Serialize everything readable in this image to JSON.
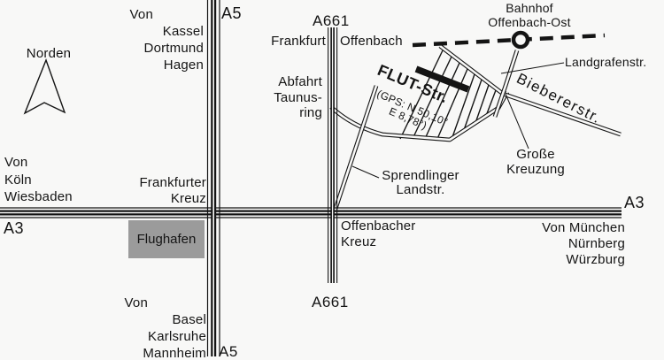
{
  "colors": {
    "road": "#141414",
    "background": "#f8f8f7",
    "flughafen_box_fill": "#9b9b9b"
  },
  "compass": {
    "label": "Norden"
  },
  "highways": {
    "a5_top": "A5",
    "a5_bottom": "A5",
    "a661_top": "A661",
    "a661_bottom": "A661",
    "a3_left": "A3",
    "a3_right": "A3"
  },
  "destinations": {
    "north": {
      "lines": [
        "Von",
        "Kassel",
        "Dortmund",
        "Hagen"
      ]
    },
    "west": {
      "lines": [
        "Von",
        "Köln",
        "Wiesbaden"
      ]
    },
    "east": {
      "lines": [
        "Von München",
        "Nürnberg",
        "Würzburg"
      ]
    },
    "south": {
      "lines": [
        "Von",
        "Basel",
        "Karlsruhe",
        "Mannheim"
      ]
    }
  },
  "junctions": {
    "frankfurter_kreuz": {
      "lines": [
        "Frankfurter",
        "Kreuz"
      ]
    },
    "offenbacher_kreuz": {
      "lines": [
        "Offenbacher",
        "Kreuz"
      ]
    },
    "grosse_kreuzung": {
      "lines": [
        "Große",
        "Kreuzung"
      ]
    }
  },
  "places": {
    "flughafen": "Flughafen",
    "frankfurt": "Frankfurt",
    "offenbach": "Offenbach",
    "bahnhof": {
      "lines": [
        "Bahnhof",
        "Offenbach-Ost"
      ]
    }
  },
  "streets": {
    "landgrafenstr": "Landgrafenstr.",
    "biebererstr": "Biebererstr.",
    "sprendlinger": {
      "lines": [
        "Sprendlinger",
        "Landstr."
      ]
    },
    "abfahrt": {
      "lines": [
        "Abfahrt",
        "Taunus-",
        "ring"
      ]
    },
    "flut": {
      "name": "FLUT-Str.",
      "gps_lines": [
        "(GPS: N 50,10°",
        "E 8,78°)"
      ]
    }
  }
}
